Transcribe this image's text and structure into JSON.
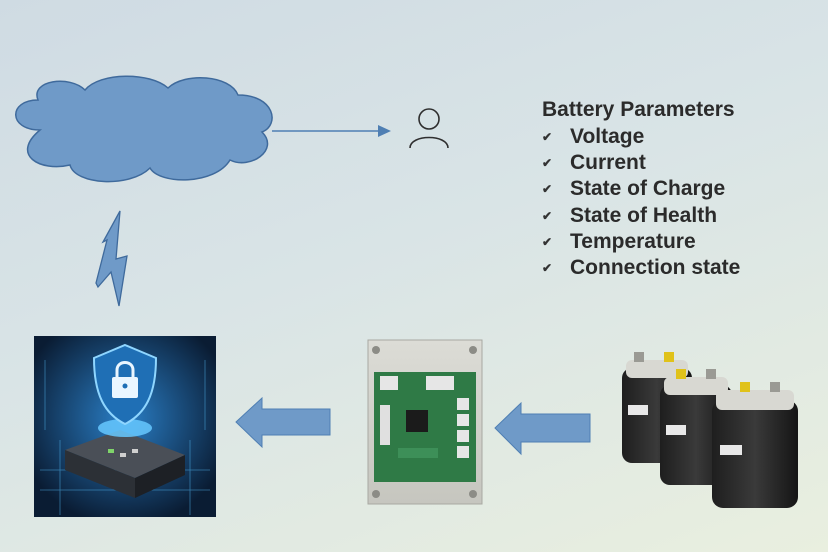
{
  "panel": {
    "title": "Battery Parameters",
    "items": [
      "Voltage",
      "Current",
      "State of Charge",
      "State of Health",
      "Temperature",
      "Connection state"
    ]
  },
  "icons": {
    "cloud": "cloud-icon",
    "user": "user-icon",
    "wireless": "lightning-bolt-icon",
    "check": "checkmark-icon"
  },
  "colors": {
    "shape_fill": "#6f9ac8",
    "shape_stroke": "#3f6a9c",
    "text": "#2b2b2b"
  }
}
